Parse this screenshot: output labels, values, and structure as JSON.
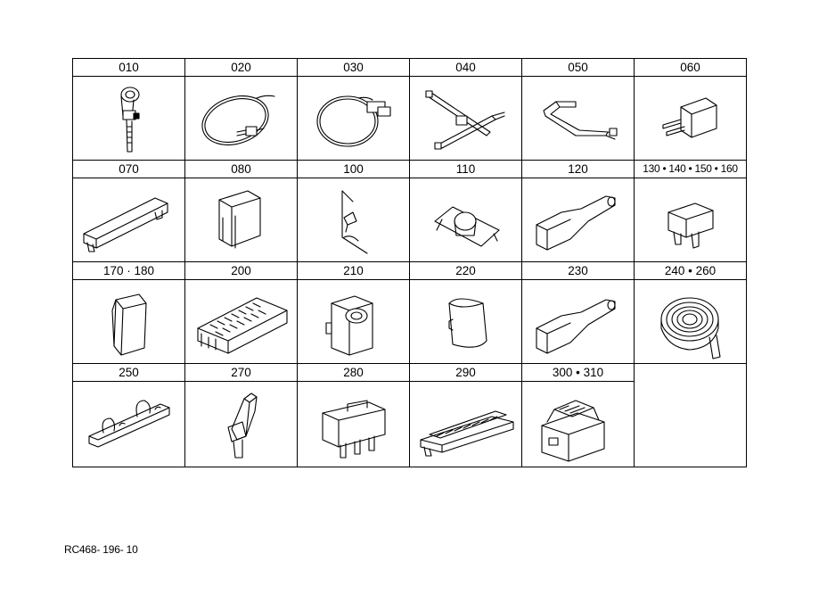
{
  "parts": [
    {
      "code": "010",
      "icon": "cable-tie-mount-icon"
    },
    {
      "code": "020",
      "icon": "hose-clamp-band-icon"
    },
    {
      "code": "030",
      "icon": "band-clamp-icon"
    },
    {
      "code": "040",
      "icon": "cross-cable-tie-icon"
    },
    {
      "code": "050",
      "icon": "wire-clip-icon"
    },
    {
      "code": "060",
      "icon": "blade-terminal-icon"
    },
    {
      "code": "070",
      "icon": "long-cover-icon"
    },
    {
      "code": "080",
      "icon": "connector-boot-icon"
    },
    {
      "code": "100",
      "icon": "bracket-plate-icon"
    },
    {
      "code": "110",
      "icon": "grommet-clip-icon"
    },
    {
      "code": "120",
      "icon": "tapered-sleeve-icon"
    },
    {
      "code": "130 • 140 • 150 • 160",
      "icon": "blade-fuse-icon"
    },
    {
      "code": "170 · 180",
      "icon": "terminal-cap-icon"
    },
    {
      "code": "200",
      "icon": "multi-pin-connector-icon"
    },
    {
      "code": "210",
      "icon": "relay-holder-icon"
    },
    {
      "code": "220",
      "icon": "rubber-boot-icon"
    },
    {
      "code": "230",
      "icon": "tapered-sleeve-icon"
    },
    {
      "code": "240 • 260",
      "icon": "tape-roll-icon"
    },
    {
      "code": "250",
      "icon": "wire-retainer-icon"
    },
    {
      "code": "270",
      "icon": "lever-clip-icon"
    },
    {
      "code": "280",
      "icon": "three-pin-relay-icon"
    },
    {
      "code": "290",
      "icon": "fuse-strip-icon"
    },
    {
      "code": "300 • 310",
      "icon": "relay-box-icon"
    }
  ],
  "reference": "RC468- 196- 10"
}
